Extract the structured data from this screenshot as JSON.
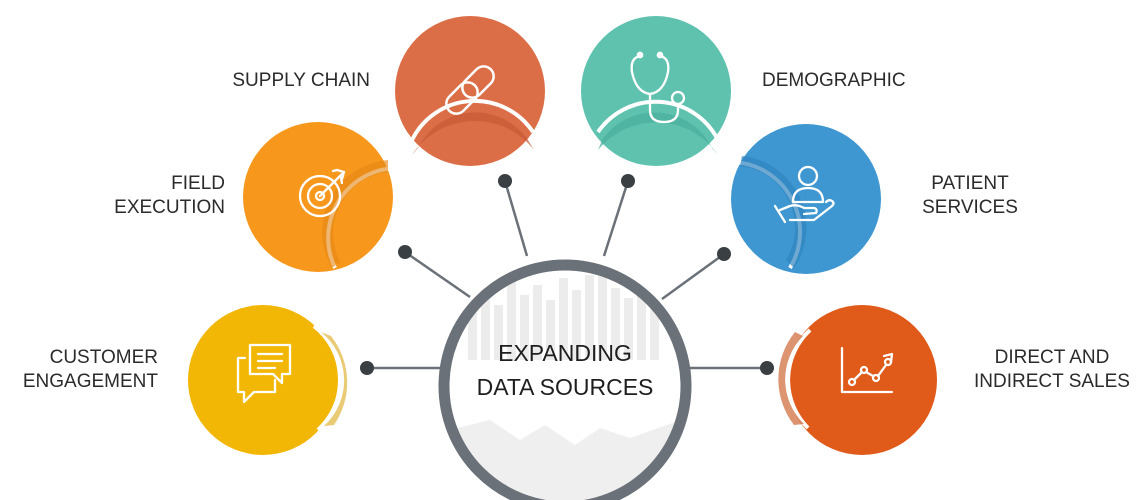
{
  "center": {
    "line1": "EXPANDING",
    "line2": "DATA SOURCES"
  },
  "nodes": [
    {
      "id": "customer-engagement",
      "lines": [
        "CUSTOMER",
        "ENGAGEMENT"
      ],
      "icon": "chat-bubbles-icon",
      "color": "#F2B705"
    },
    {
      "id": "field-execution",
      "lines": [
        "FIELD",
        "EXECUTION"
      ],
      "icon": "target-arrow-icon",
      "color": "#F7981D"
    },
    {
      "id": "supply-chain",
      "lines": [
        "SUPPLY CHAIN"
      ],
      "icon": "chain-link-icon",
      "color": "#DC6E47"
    },
    {
      "id": "demographic",
      "lines": [
        "DEMOGRAPHIC"
      ],
      "icon": "stethoscope-icon",
      "color": "#5EC2AF"
    },
    {
      "id": "patient-services",
      "lines": [
        "PATIENT",
        "SERVICES"
      ],
      "icon": "hand-person-icon",
      "color": "#3E97D1"
    },
    {
      "id": "direct-indirect-sales",
      "lines": [
        "DIRECT AND",
        "INDIRECT SALES"
      ],
      "icon": "line-chart-icon",
      "color": "#E05A1A"
    }
  ],
  "colors": {
    "ring": "#6B7178",
    "connector": "#6B7178",
    "dot": "#3A3F44",
    "label": "#2B2B2B"
  }
}
